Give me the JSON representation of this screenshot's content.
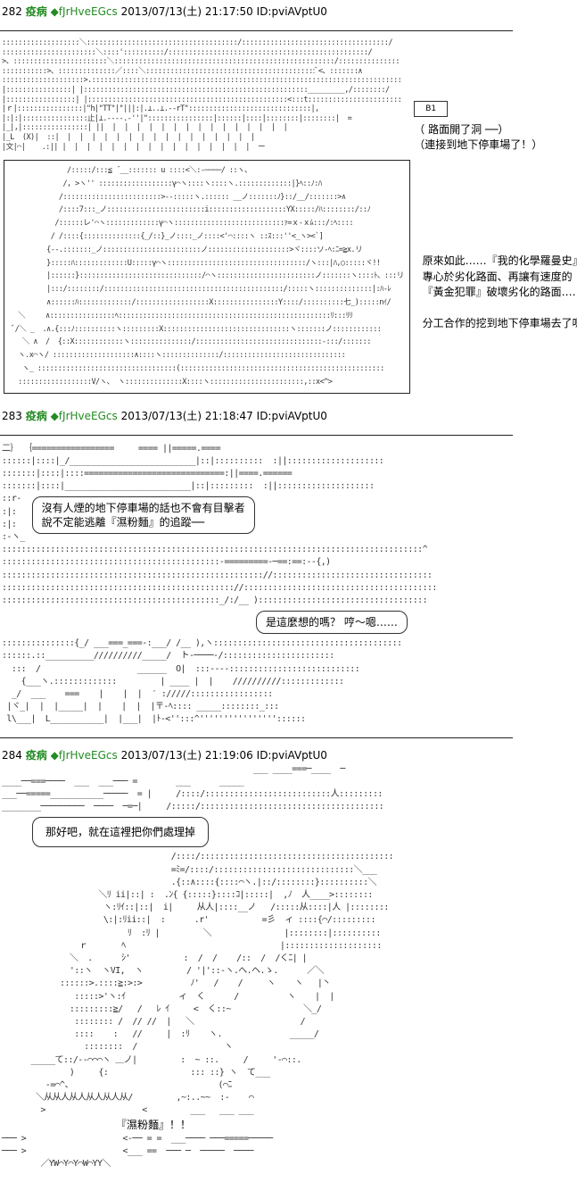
{
  "posts": [
    {
      "number": "282",
      "name": "疫病",
      "trip": "◆fJrHveEGcs",
      "datetime": "2013/07/13(土) 21:17:50",
      "id": "ID:pviAVptU0",
      "captions": [
        "（ 路面開了洞 ──）",
        "（連接到地下停車場了！）"
      ],
      "sign": "B1",
      "narration": "原來如此……『我的化學羅曼史』\n專心於劣化路面、再讓有速度的\n『黃金犯罪』破壞劣化的路面……\n\n分工合作的挖到地下停車場去了嗎",
      "art_top": [
        ":::::::::::::::::::＼:::::::::::::::::::::::::::::::::::::/::::::::::::::::::::::::::::::::::::/",
        ":::::::::::::::::::::::＼::::'::::::::::/:::::::::::::::::::::::::::::::::::::::::::::::::/",
        ">、:::::::::::::::::::::::＼::::::::::::::::::::::::::::::::::::::::::::::::::::::/:::::::::::::::",
        ":::::::::::>、::::::::::::::／::::＼::::::::::::::::::::::::::::::::::::::::::ﾞ<、:::::::∧",
        "::::::::::::::::::::>.::::::::::::::::::::::::::::::::::::::::::::::::::::::::::::::::::::::::::::",
        "|::::::::::::::::| |:::::::::::::::::::::::::::::::::::::::::::::::::::::::_________,/::::::::/",
        "|:::::::::::::::::| |:::::::::::::::::::::::::::::::::::::::::::::::::<:::t:::::::::::::::::::::::",
        "|ｒ|::::::::::::::::|\"h|\"TT\"|\"|||:|.⊥..⊥.--rT\"::::::::::::::::::::::::::::::|,",
        "|:|:|::::::::::::::::止|⊥.--‐-.‐''|\"::::::::::::::::|::::::|::::|::::::::|::::::::|  =",
        "|_|,|::::::::::::::::| ||  |  |  |  |  |  |  |  |  |  |  |  |  |  |  |",
        "|_L  (X)|  ::|  |  |  |  |  |  |  |  |  |  |  |  |  |  |  |  |",
        "|文|⌒|    .:|| |  |  |  |  |  |  |  |  |  |  |  |  |  |  |  |  ー"
      ],
      "art_panel": [
        "              /:::::/:::≦ ̄ __::::::: u ::::<＼:-────/ ::ヽ、",
        "             /, >ヽ'' ::::::::::::::::::γ⌒ヽ::::ヽ::::ヽ.:::::::::::::|}ﾍ::ﾉ:ﾊ",
        "            /::::::::::::::::::::::::>‐-:::::ヽ.:::::: __ノ:::::::ﾉ}::/__/:::::::>∧",
        "            /::::7:::_ノ::::::::::::::::::::::::i:::::::::::::::::::ΥX:::::/ﾊ::::::::/::ﾉ",
        "           /::::::レ'⌒ヽ:::::::::::::γ⌒ヽ:::::::::::::::::::::::::::ｧ=ｘ-ｘﾑ:::/:ﾍ::::",
        "          / /::::{::::::::::::::{_/::}_ノ::::_ノ::::<'⌒::::ヽ ::ｽ:::''<_ヽ><`]",
        "         {--.:::::::_ノ::::::::::::::::::::::::ノ::::::::::::::::::::>ヾ::::ソ-ﾍ:ﾆ=≧x.リ",
        "         }:::::ﾊ:::::::::::::U:::::γ⌒ヽ::::::::::::::::::::::::::::::::::/ヽ:::|ﾊ,◯:::::ヾ!!",
        "         |::::::}::::::::::::::::::::::::::::::/⌒ヽ::::::::::::::::::::::::ノ:::::::ヽ::::ﾄ、:::リ",
        "         |:::/::::::::/::::::::::::::::::::::::::::::::::::::::::::/:::::ヽ::::::::::::::|:ﾊ-ﾚ",
        "         ∧::::::ﾊ:::::::::::::/::::::::::::::::::X::::::::::::::::Y::::/::::::::::七_):::::nｲ/",
        "  ＼     ∧::::::::::::::::ﾍ::::::::::::::::::::::::::::::::::::::::::::::::::::ﾘ:::ﾘﾘ",
        " ﾞ/＼ _  .∧.{:::ﾉ::::::::::ヽ:::::::::X:::::::::::::::::::::::::::::::ヽ:::::::ノ::::::::::::",
        "   ＼ ∧  /  {::X::::::::::::ヽ:::::::::::::::/:::::::::::::::::::::::::::::::-:::/:::::::",
        "  ヽ.x⌒ヽ/ ::::::::::::::::::::∧::::ヽ::::::::::::::/::::::::::::::::::::::::::::::",
        "   ヽ_ ::::::::::::::::::::::::::::::::::(::::::::::::::::::::::::::::::::::::::::::::::::::",
        "  ::::::::::::::::::V/ヽ、 ヽ::::::::::::::X::::ヽ:::::::::::::::::::::::,::x<^>"
      ]
    },
    {
      "number": "283",
      "name": "疫病",
      "trip": "◆fJrHveEGcs",
      "datetime": "2013/07/13(土) 21:18:47",
      "id": "ID:pviAVptU0",
      "bubble_left": "沒有人煙的地下停車場的話也不會有目擊者\n說不定能逃離『濕粉麵』的追蹤──",
      "bubble_right": "是這麼想的嗎？ 哼～嗯……",
      "art": [
        "二｝ ｛=================     ==== ||=====.====",
        "::::::|::::|_/__________________________|::|::::::::::  :||::::::::::::::::::::",
        ":::::::|::::|::::=============================:||====.======",
        ":::::::|::::|__________________________|::|:::::::::  :||::::::::::::::::::::",
        "::r‐",
        ":|:",
        ":|:",
        ":-ヽ_",
        ":::::::::::::::::::::::::::::::::::::::::::::::::::::::::::::::::::::::::::::::::::::::^",
        ":::::::::::::::::::::::::::::::::::::::::::::-=========-─==:==:--{,)",
        ":::::::::::::::::::::::::::::::::::::::::::::::::::::://:::::::::::::::::::::::::::::::::",
        ":::::::::::::::::::::::::::::::::::::::::::::::://::::::::::::::::::::::::::::::::::::::::",
        ":::::::::::::::::::::::::::::::::::::::::::::_/:/__ ):::::::::::::::::::::::::::::::::::",
        ":::::::::::::::{_/ ___===_===-:___/ /__ ),ヽ:::::::::::::::::::::::::::::::::::::::",
        "::::::.::__________//////////_____/  ト-────-/:::::::::::::::::::::::",
        "  :::  /                    ______  O|  :::----:::::::::::::::::::::::::::",
        "    {___ヽ.:::::::::::::         | ____ |  |    //////////:::::::::::::",
        "  _/  ___    ===    |    |  |  ′ ://///:::::::::::::::::",
        " |ヾ_|  |  |_____|  |    |  |  |〒‐ﾍ:::: _____::::::::_:::",
        " l\\___|  L___________|  |___|  |ﾄ-<'':::^''''''''''''''''::::::"
      ]
    },
    {
      "number": "284",
      "name": "疫病",
      "trip": "◆fJrHveEGcs",
      "datetime": "2013/07/13(土) 21:19:06",
      "id": "ID:pviAVptU0",
      "bubble": "那好吧，就在這裡把你們處理掉",
      "shout": "『濕粉麵』！！",
      "art": [
        "                                                    ___ ____===─____  ─",
        "____──===────  ___  ___─── =        ___      _____",
        "___──=====___________─────  = |     /::::/::::::::::::::::::::::::::人:::::::::",
        "________─────────  ────  ─=─|     /:::::/::::::::::::::::::::::::::::::::::::::",
        "                                   /::::/::::::::::::::::::::::::::::::::::::::::",
        "                                   =ﾐ=/::::/:::::::::::::::::::::::::::::＼___",
        "                                   .{::∧::::{::::⌒ヽ.|::/::::::::}::::::::::＼",
        "                    ＼ﾘ ii|::| :  .ﾝ{ {:::::}::::ｺ|:::::|  ,ﾉ  人____>::::::::",
        "                     ヽ:ﾘｲ::|::|  i|     从人|::::__ノ   /:::::从::::|人 |::::::::",
        "                     \\:|:ﾘii::|  :      .r'           =彡  ィ ::::{⌒/:::::::::",
        "                          ﾘ  :ﾘ |         ＼               |::::::::|::::::::::",
        "                ｒ       ﾍ                                |::::::::::::::::::::",
        "              ＼  .      ｼ'           :  /  /    /::  /  /くﾆ| |",
        "              '::ヽ  ヽVI,  ヽ         / '|'::-ヽ.へ.ヘ.ゝ.      ／＼",
        "            ::::::>.::::≧:>:>          ﾉ'   /    /     ヽ    ヽ   |丶",
        "               :::::>'ヽ:ｲ           ィ  く      /          ヽ    |  |",
        "              :::::::::≧/   /   ﾚ ｲ     <  く::~               ＼_/",
        "               :::::::: /  // //  |   ＼                      /",
        "               ::::    :   //     |  :ﾘ    ヽ.              _____/",
        "                 ::::::::  /                  ヽ                  ",
        "      _____て::/‐‐⌒⌒⌒ヽ ＿ノ|         :  ~ ::.     /     '‐⌒::.",
        "              )     {:                 ::: ::} ヽ  て___",
        "         -=⌒^、                              (⌒ﾆ",
        "       ＼从从人从人从人从人从/         ,~:..~~  :-    ⌒",
        "        >                    <         ___   ___ ___",
        "─── >                    <-── = =  ___──── ───=====─────",
        "─── >                    <___ ==  ─── ─  ─────  ────",
        "        ／YW⌒Y⌒Y⌒W⌒YY＼"
      ]
    }
  ]
}
